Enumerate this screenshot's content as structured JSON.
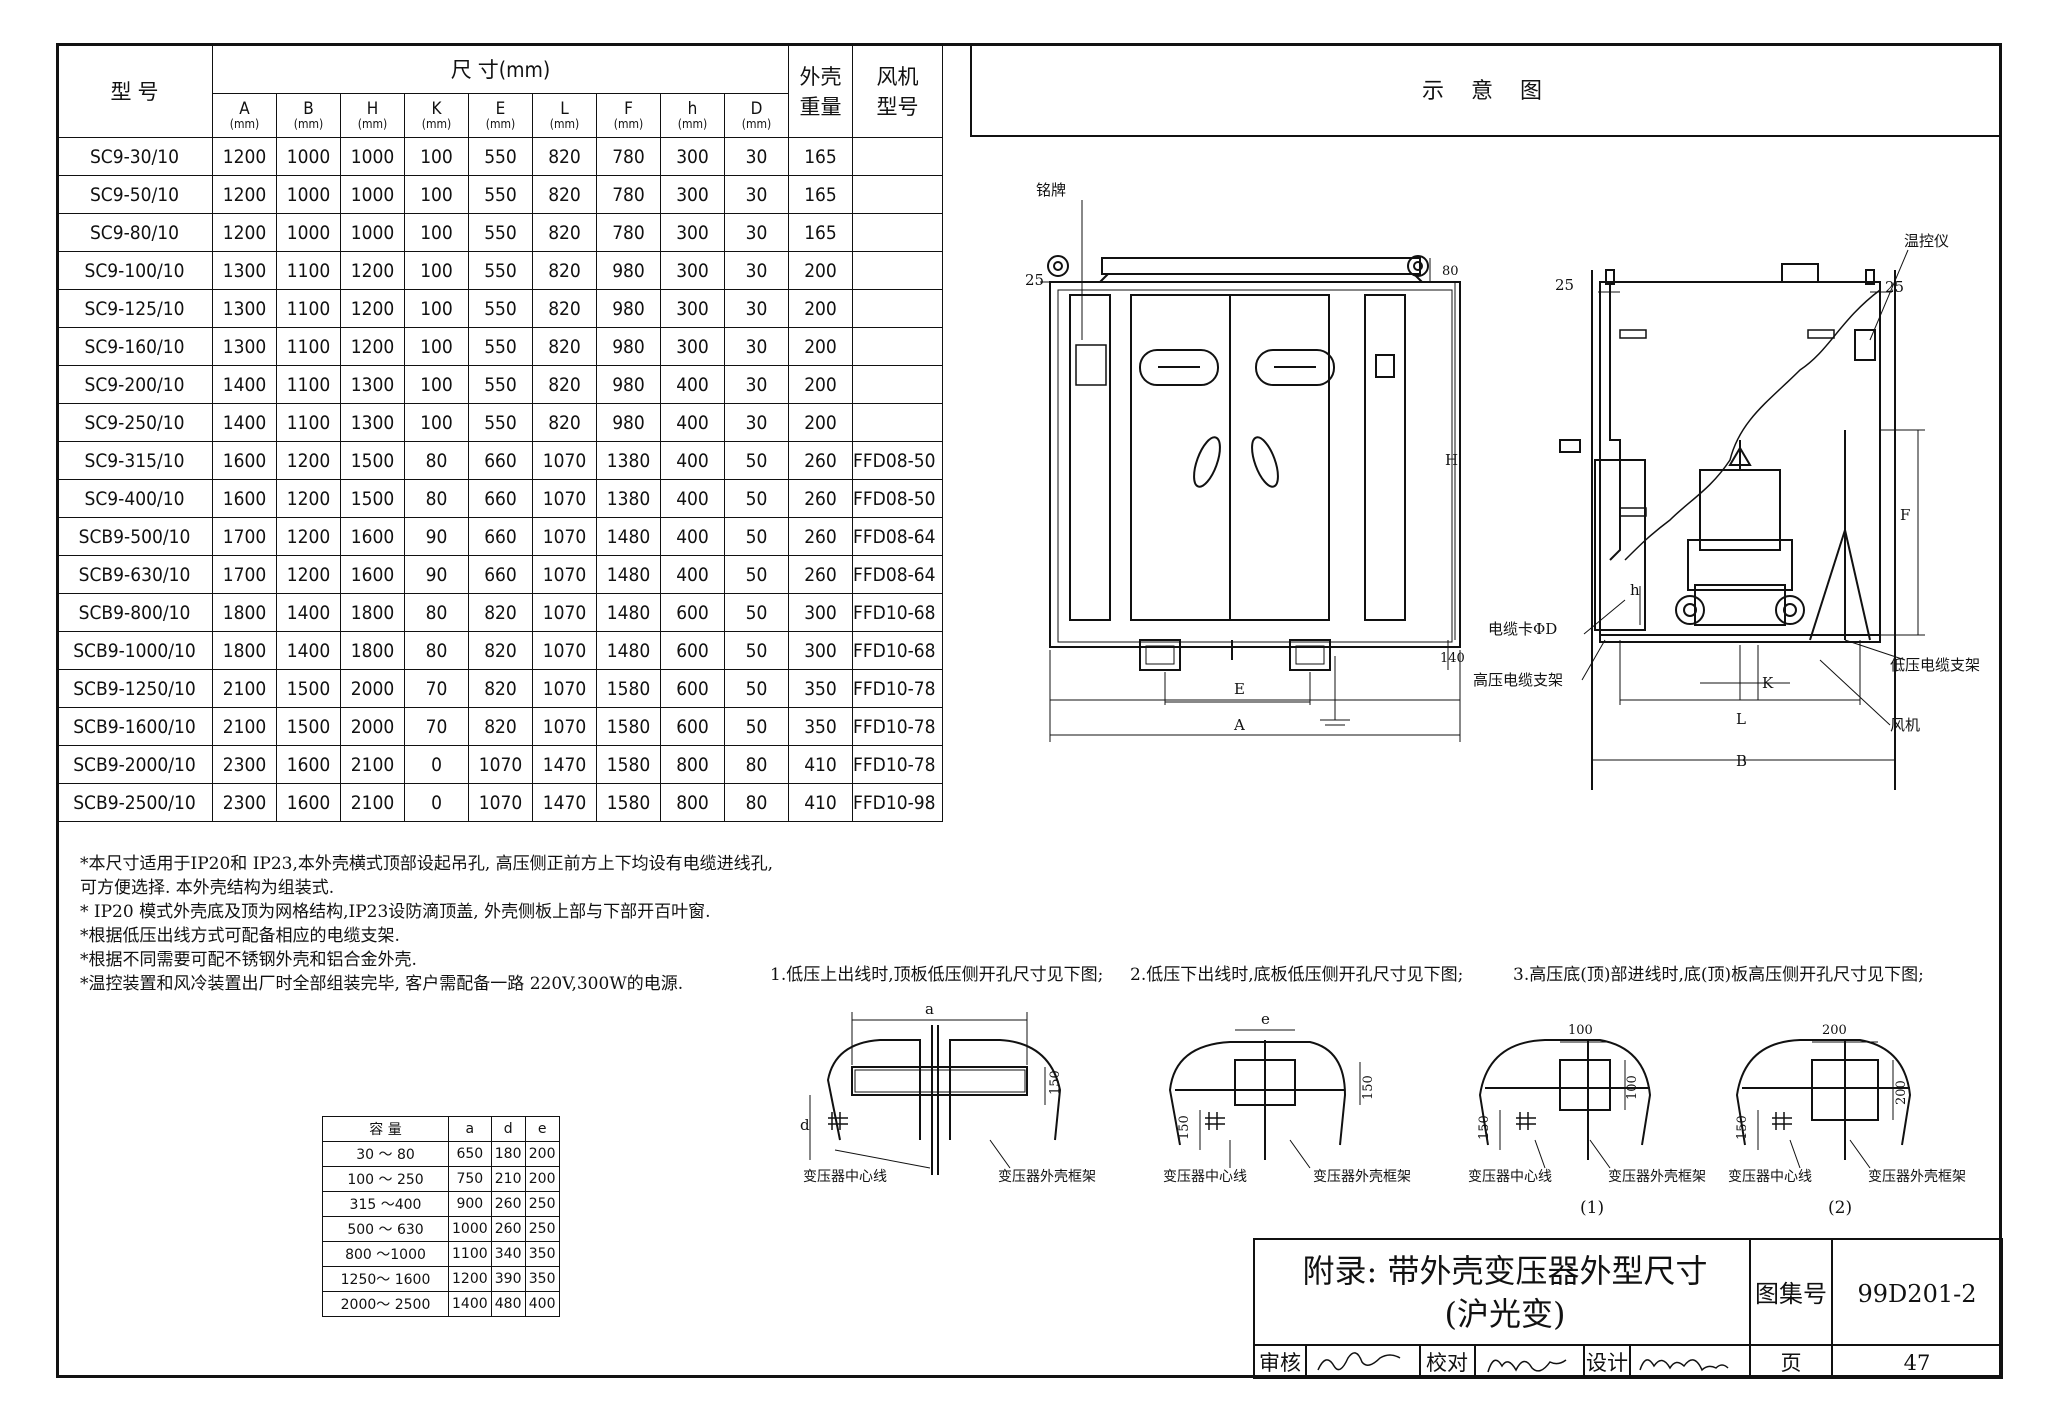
{
  "table": {
    "header_model": "型  号",
    "header_dims": "尺  寸(mm)",
    "header_weight_1": "外壳",
    "header_weight_2": "重量",
    "header_fan_1": "风机",
    "header_fan_2": "型号",
    "columns": [
      "A",
      "B",
      "H",
      "K",
      "E",
      "L",
      "F",
      "h",
      "D"
    ],
    "unit": "(mm)",
    "rows": [
      [
        "SC9-30/10",
        "1200",
        "1000",
        "1000",
        "100",
        "550",
        "820",
        "780",
        "300",
        "30",
        "165",
        ""
      ],
      [
        "SC9-50/10",
        "1200",
        "1000",
        "1000",
        "100",
        "550",
        "820",
        "780",
        "300",
        "30",
        "165",
        ""
      ],
      [
        "SC9-80/10",
        "1200",
        "1000",
        "1000",
        "100",
        "550",
        "820",
        "780",
        "300",
        "30",
        "165",
        ""
      ],
      [
        "SC9-100/10",
        "1300",
        "1100",
        "1200",
        "100",
        "550",
        "820",
        "980",
        "300",
        "30",
        "200",
        ""
      ],
      [
        "SC9-125/10",
        "1300",
        "1100",
        "1200",
        "100",
        "550",
        "820",
        "980",
        "300",
        "30",
        "200",
        ""
      ],
      [
        "SC9-160/10",
        "1300",
        "1100",
        "1200",
        "100",
        "550",
        "820",
        "980",
        "300",
        "30",
        "200",
        ""
      ],
      [
        "SC9-200/10",
        "1400",
        "1100",
        "1300",
        "100",
        "550",
        "820",
        "980",
        "400",
        "30",
        "200",
        ""
      ],
      [
        "SC9-250/10",
        "1400",
        "1100",
        "1300",
        "100",
        "550",
        "820",
        "980",
        "400",
        "30",
        "200",
        ""
      ],
      [
        "SC9-315/10",
        "1600",
        "1200",
        "1500",
        "80",
        "660",
        "1070",
        "1380",
        "400",
        "50",
        "260",
        "FFD08-50"
      ],
      [
        "SC9-400/10",
        "1600",
        "1200",
        "1500",
        "80",
        "660",
        "1070",
        "1380",
        "400",
        "50",
        "260",
        "FFD08-50"
      ],
      [
        "SCB9-500/10",
        "1700",
        "1200",
        "1600",
        "90",
        "660",
        "1070",
        "1480",
        "400",
        "50",
        "260",
        "FFD08-64"
      ],
      [
        "SCB9-630/10",
        "1700",
        "1200",
        "1600",
        "90",
        "660",
        "1070",
        "1480",
        "400",
        "50",
        "260",
        "FFD08-64"
      ],
      [
        "SCB9-800/10",
        "1800",
        "1400",
        "1800",
        "80",
        "820",
        "1070",
        "1480",
        "600",
        "50",
        "300",
        "FFD10-68"
      ],
      [
        "SCB9-1000/10",
        "1800",
        "1400",
        "1800",
        "80",
        "820",
        "1070",
        "1480",
        "600",
        "50",
        "300",
        "FFD10-68"
      ],
      [
        "SCB9-1250/10",
        "2100",
        "1500",
        "2000",
        "70",
        "820",
        "1070",
        "1580",
        "600",
        "50",
        "350",
        "FFD10-78"
      ],
      [
        "SCB9-1600/10",
        "2100",
        "1500",
        "2000",
        "70",
        "820",
        "1070",
        "1580",
        "600",
        "50",
        "350",
        "FFD10-78"
      ],
      [
        "SCB9-2000/10",
        "2300",
        "1600",
        "2100",
        "0",
        "1070",
        "1470",
        "1580",
        "800",
        "80",
        "410",
        "FFD10-78"
      ],
      [
        "SCB9-2500/10",
        "2300",
        "1600",
        "2100",
        "0",
        "1070",
        "1470",
        "1580",
        "800",
        "80",
        "410",
        "FFD10-98"
      ]
    ]
  },
  "diagram_title": "示 意 图",
  "notes": [
    "*本尺寸适用于IP20和 IP23,本外壳横式顶部设起吊孔, 高压侧正前方上下均设有电缆进线孔,",
    "  可方便选择. 本外壳结构为组装式.",
    "* IP20 模式外壳底及顶为网格结构,IP23设防滴顶盖, 外壳侧板上部与下部开百叶窗.",
    "*根据低压出线方式可配备相应的电缆支架.",
    "*根据不同需要可配不锈钢外壳和铝合金外壳.",
    "*温控装置和风冷装置出厂时全部组装完毕, 客户需配备一路 220V,300W的电源."
  ],
  "front_view": {
    "nameplate": "铭牌",
    "dim_25": "25",
    "dim_80": "80",
    "dim_H": "H",
    "dim_140": "140",
    "dim_E": "E",
    "dim_A": "A"
  },
  "side_view": {
    "temp_controller": "温控仪",
    "dim_25_left": "25",
    "dim_25_right": "25",
    "dim_F": "F",
    "dim_h": "h",
    "cable_clip": "电缆卡ΦD",
    "hv_cable_bracket": "高压电缆支架",
    "lv_cable_bracket": "低压电缆支架",
    "fan": "风机",
    "dim_K": "K",
    "dim_L": "L",
    "dim_B": "B"
  },
  "hole_captions": {
    "c1": "1.低压上出线时,顶板低压侧开孔尺寸见下图;",
    "c2": "2.低压下出线时,底板低压侧开孔尺寸见下图;",
    "c3": "3.高压底(顶)部进线时,底(顶)板高压侧开孔尺寸见下图;"
  },
  "hole_labels": {
    "a": "a",
    "d": "d",
    "e": "e",
    "d150": "150",
    "d100": "100",
    "d200": "200",
    "centerline": "变压器中心线",
    "frame": "变压器外壳框架",
    "n1": "(1)",
    "n2": "(2)"
  },
  "hole_table": {
    "headers": [
      "容  量",
      "a",
      "d",
      "e"
    ],
    "rows": [
      [
        "30 ～ 80",
        "650",
        "180",
        "200"
      ],
      [
        "100 ～ 250",
        "750",
        "210",
        "200"
      ],
      [
        "315 ～400",
        "900",
        "260",
        "250"
      ],
      [
        "500 ～ 630",
        "1000",
        "260",
        "250"
      ],
      [
        "800 ～1000",
        "1100",
        "340",
        "350"
      ],
      [
        "1250～ 1600",
        "1200",
        "390",
        "350"
      ],
      [
        "2000～ 2500",
        "1400",
        "480",
        "400"
      ]
    ]
  },
  "title_block": {
    "title_line1": "附录: 带外壳变压器外型尺寸",
    "title_line2": "(沪光变)",
    "atlas_label": "图集号",
    "atlas_no": "99D201-2",
    "review": "审核",
    "check": "校对",
    "design": "设计",
    "page_label": "页",
    "page_no": "47"
  }
}
